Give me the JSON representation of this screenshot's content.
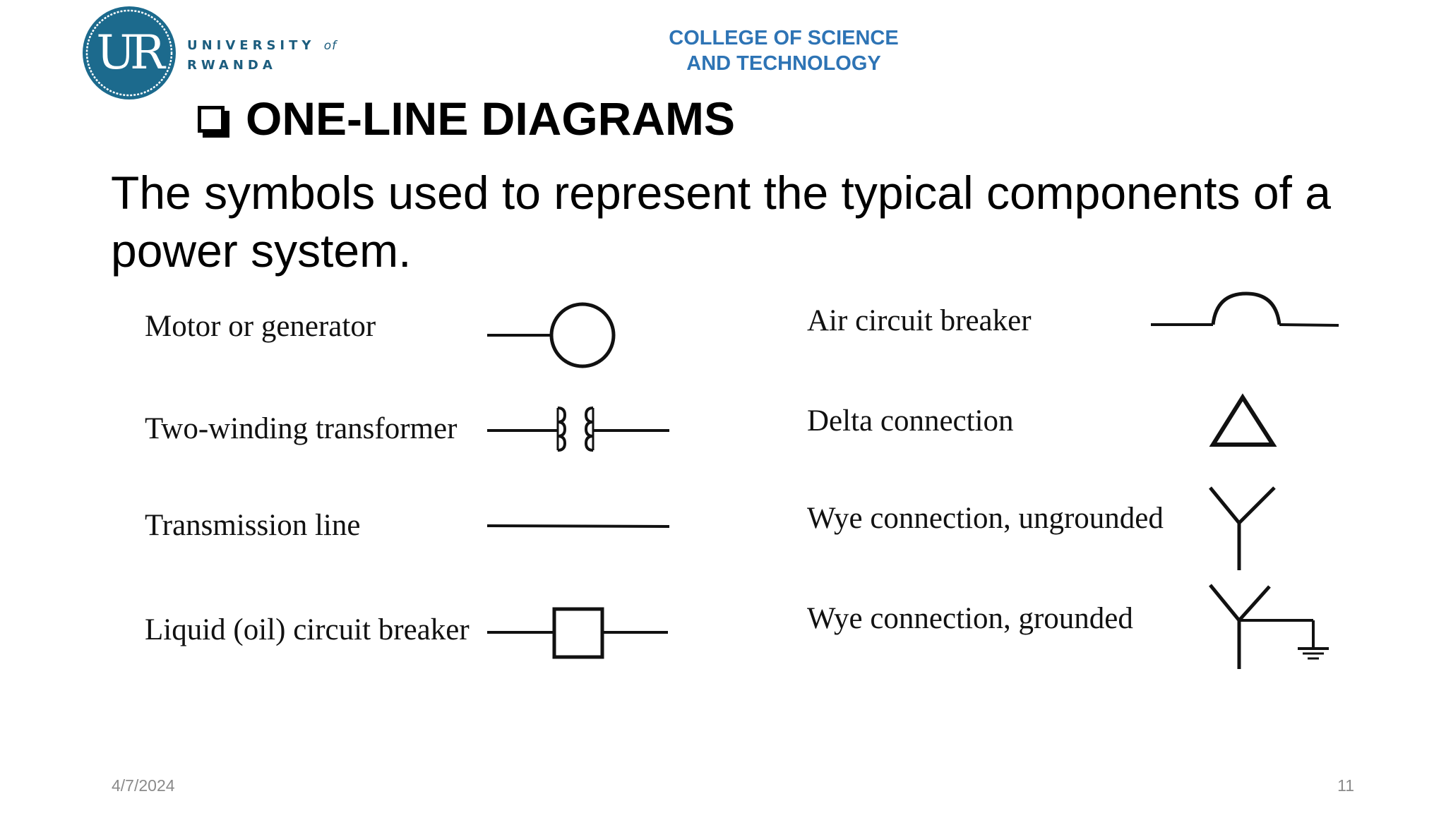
{
  "header": {
    "logo_line1": "UNIVERSITY",
    "logo_of": "of",
    "logo_line2": "RWANDA",
    "logo_monogram": "UR",
    "college_line1": "COLLEGE OF SCIENCE",
    "college_line2": "AND TECHNOLOGY"
  },
  "slide": {
    "title": "ONE-LINE DIAGRAMS",
    "subtitle": "The symbols used to represent the typical components of a power system."
  },
  "symbols": {
    "left": [
      {
        "label": "Motor or generator",
        "icon": "motor-generator-icon"
      },
      {
        "label": "Two-winding transformer",
        "icon": "transformer-icon"
      },
      {
        "label": "Transmission line",
        "icon": "transmission-line-icon"
      },
      {
        "label": "Liquid (oil) circuit breaker",
        "icon": "oil-circuit-breaker-icon"
      }
    ],
    "right": [
      {
        "label": "Air circuit breaker",
        "icon": "air-circuit-breaker-icon"
      },
      {
        "label": "Delta connection",
        "icon": "delta-connection-icon"
      },
      {
        "label": "Wye connection, ungrounded",
        "icon": "wye-ungrounded-icon"
      },
      {
        "label": "Wye connection, grounded",
        "icon": "wye-grounded-icon"
      }
    ]
  },
  "footer": {
    "date": "4/7/2024",
    "page_number": "11"
  },
  "colors": {
    "college_text": "#2e74b5",
    "logo_blue": "#1c5d7e"
  }
}
